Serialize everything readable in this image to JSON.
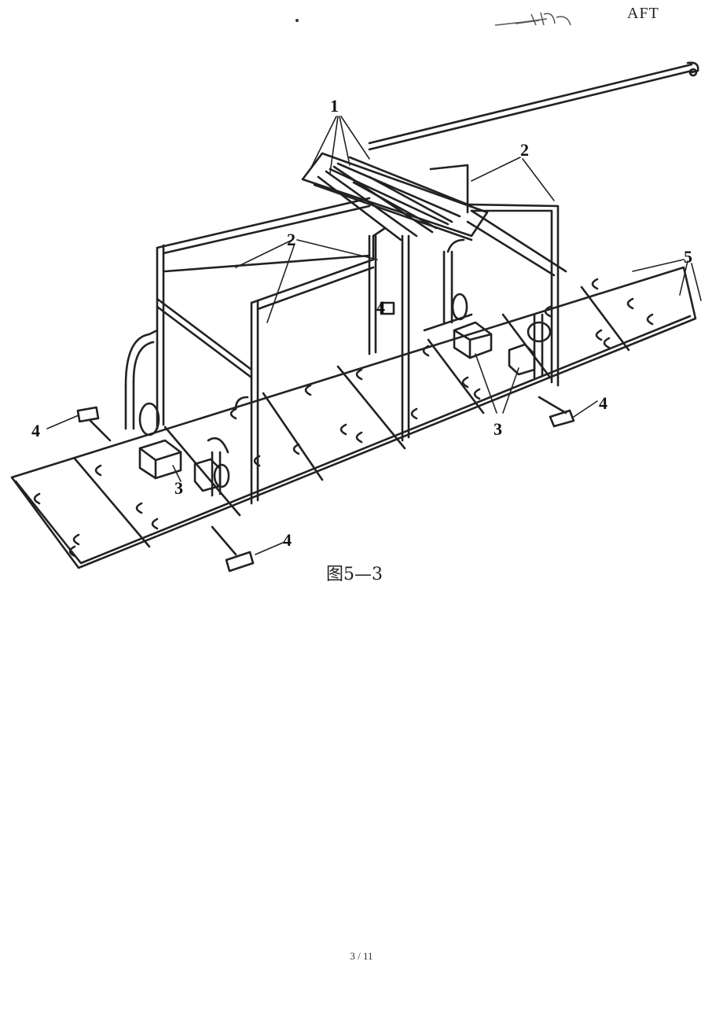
{
  "header": {
    "text": "AFT"
  },
  "figure": {
    "caption": "图5—3",
    "callouts": {
      "one": "1",
      "two_a": "2",
      "two_b": "2",
      "three_a": "3",
      "three_b": "3",
      "four_a": "4",
      "four_b": "4",
      "four_c": "4",
      "four_d": "4",
      "five": "5"
    }
  },
  "footer": {
    "page_indicator": "3 / 11"
  }
}
